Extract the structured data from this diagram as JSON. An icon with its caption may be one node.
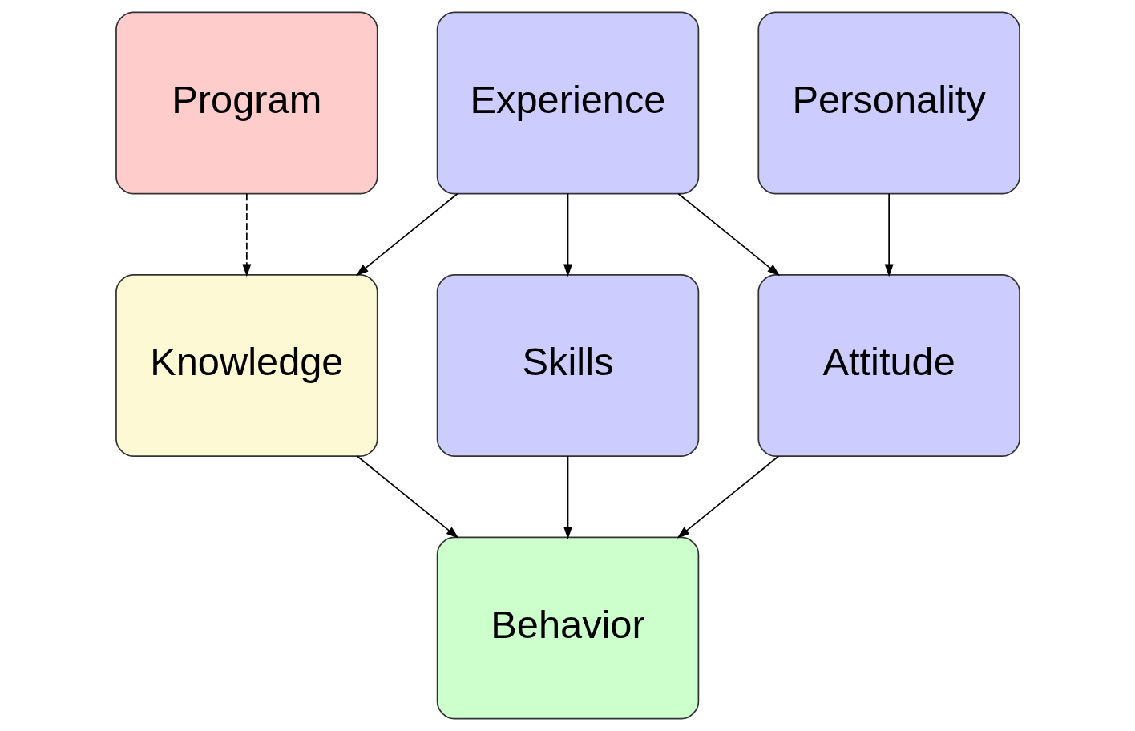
{
  "diagram": {
    "nodes": [
      {
        "text": [
          "Program"
        ]
      },
      {
        "text": [
          "Experience"
        ]
      },
      {
        "text": [
          "Personality"
        ]
      },
      {
        "text": [
          "Knowledge"
        ]
      },
      {
        "text": [
          "Skills"
        ]
      },
      {
        "text": [
          "Attitude"
        ]
      },
      {
        "text": [
          "Behavior"
        ]
      }
    ],
    "edges": [
      {
        "from": 0,
        "to": 3,
        "arrow": "to",
        "style": "dashed"
      },
      {
        "from": 1,
        "to": 3,
        "arrow": "to"
      },
      {
        "from": 1,
        "to": 4,
        "arrow": "to"
      },
      {
        "from": 1,
        "to": 5,
        "arrow": "to"
      },
      {
        "from": 2,
        "to": 5,
        "arrow": "to"
      },
      {
        "from": 3,
        "to": 6,
        "arrow": "to"
      },
      {
        "from": 4,
        "to": 6,
        "arrow": "to"
      },
      {
        "from": 5,
        "to": 6,
        "arrow": "to"
      }
    ]
  }
}
